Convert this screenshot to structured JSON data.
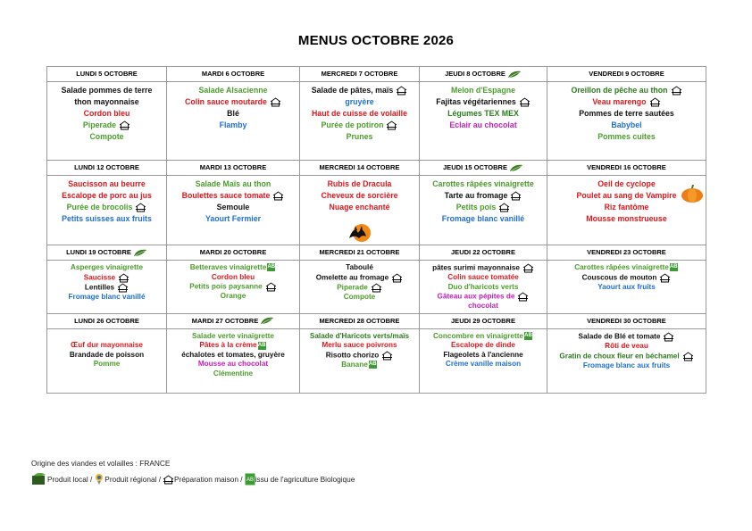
{
  "title": "MENUS OCTOBRE 2026",
  "weeks": [
    {
      "days": [
        {
          "label": "LUNDI 5 OCTOBRE",
          "items": [
            {
              "t": "Salade pommes de terre",
              "c": "black"
            },
            {
              "t": "thon mayonnaise",
              "c": "black"
            },
            {
              "t": "Cordon bleu",
              "c": "red"
            },
            {
              "t": "Piperade",
              "c": "green",
              "icon": "house"
            },
            {
              "t": "Compote",
              "c": "green"
            }
          ]
        },
        {
          "label": "MARDI 6 OCTOBRE",
          "items": [
            {
              "t": "Salade Alsacienne",
              "c": "green"
            },
            {
              "t": "Colin sauce moutarde",
              "c": "red",
              "icon": "house"
            },
            {
              "t": "Blé",
              "c": "black"
            },
            {
              "t": "Flamby",
              "c": "blue"
            }
          ]
        },
        {
          "label": "MERCREDI 7 OCTOBRE",
          "items": [
            {
              "t": "Salade de pâtes, maïs",
              "c": "black",
              "icon": "house"
            },
            {
              "t": "gruyère",
              "c": "blue"
            },
            {
              "t": "Haut de cuisse de volaille",
              "c": "red"
            },
            {
              "t": "Purée de potiron",
              "c": "green",
              "icon": "house"
            },
            {
              "t": "Prunes",
              "c": "green"
            }
          ]
        },
        {
          "label": "JEUDI 8 OCTOBRE",
          "leaf": true,
          "items": [
            {
              "t": "Melon d'Espagne",
              "c": "green"
            },
            {
              "t": "Fajitas végétariennes",
              "c": "black",
              "icon": "house"
            },
            {
              "t": "Légumes TEX MEX",
              "c": "dgreen"
            },
            {
              "t": "Eclair au chocolat",
              "c": "purple"
            }
          ]
        },
        {
          "label": "VENDREDI 9 OCTOBRE",
          "items": [
            {
              "t": "Oreillon de pêche au thon",
              "c": "dgreen",
              "icon": "house"
            },
            {
              "t": "Veau marengo",
              "c": "red",
              "icon": "house"
            },
            {
              "t": "Pommes de terre sautées",
              "c": "black"
            },
            {
              "t": "Babybel",
              "c": "blue"
            },
            {
              "t": "Pommes cuites",
              "c": "green"
            }
          ]
        }
      ]
    },
    {
      "days": [
        {
          "label": "LUNDI 12 OCTOBRE",
          "items": [
            {
              "t": "Saucisson au beurre",
              "c": "red"
            },
            {
              "t": "Escalope de porc au jus",
              "c": "red"
            },
            {
              "t": "Purée de brocolis",
              "c": "green",
              "icon": "house"
            },
            {
              "t": "Petits suisses aux fruits",
              "c": "blue"
            }
          ]
        },
        {
          "label": "MARDI 13 OCTOBRE",
          "items": [
            {
              "t": "Salade Maïs au thon",
              "c": "green"
            },
            {
              "t": "Boulettes sauce tomate",
              "c": "red",
              "icon": "house"
            },
            {
              "t": "Semoule",
              "c": "black"
            },
            {
              "t": "Yaourt Fermier",
              "c": "blue"
            }
          ]
        },
        {
          "label": "MERCREDI 14 OCTOBRE",
          "bat": true,
          "items": [
            {
              "t": "Rubis de Dracula",
              "c": "red"
            },
            {
              "t": "Cheveux de sorcière",
              "c": "red"
            },
            {
              "t": "Nuage enchanté",
              "c": "red"
            }
          ]
        },
        {
          "label": "JEUDI 15 OCTOBRE",
          "leaf": true,
          "items": [
            {
              "t": "Carottes râpées vinaigrette",
              "c": "green"
            },
            {
              "t": "Tarte au fromage",
              "c": "black",
              "icon": "house"
            },
            {
              "t": "Petits pois",
              "c": "green",
              "icon": "house"
            },
            {
              "t": "Fromage blanc vanillé",
              "c": "blue"
            }
          ]
        },
        {
          "label": "VENDREDI 16 OCTOBRE",
          "pumpkin": true,
          "items": [
            {
              "t": "Oeil de cyclope",
              "c": "red"
            },
            {
              "t": "Poulet au sang de Vampire",
              "c": "red"
            },
            {
              "t": "Riz fantôme",
              "c": "red"
            },
            {
              "t": "Mousse monstrueuse",
              "c": "red"
            }
          ]
        }
      ]
    },
    {
      "small": true,
      "days": [
        {
          "label": "LUNDI 19 OCTOBRE",
          "leaf": true,
          "items": [
            {
              "t": "Asperges vinaigrette",
              "c": "green"
            },
            {
              "t": "Saucisse",
              "c": "red",
              "icon": "house"
            },
            {
              "t": "Lentilles",
              "c": "black",
              "icon": "house"
            },
            {
              "t": "Fromage blanc vanillé",
              "c": "blue"
            }
          ]
        },
        {
          "label": "MARDI 20 OCTOBRE",
          "items": [
            {
              "t": "Betteraves vinaigrette",
              "c": "green",
              "bio": true
            },
            {
              "t": "Cordon bleu",
              "c": "red"
            },
            {
              "t": "Petits pois paysanne",
              "c": "green",
              "icon": "house"
            },
            {
              "t": "Orange",
              "c": "green"
            }
          ]
        },
        {
          "label": "MERCREDI 21 OCTOBRE",
          "items": [
            {
              "t": "Taboulé",
              "c": "black"
            },
            {
              "t": "Omelette au fromage",
              "c": "black",
              "icon": "house"
            },
            {
              "t": "Piperade",
              "c": "green",
              "icon": "house"
            },
            {
              "t": "Compote",
              "c": "green"
            }
          ]
        },
        {
          "label": "JEUDI 22 OCTOBRE",
          "items": [
            {
              "t": "pâtes surimi mayonnaise",
              "c": "black",
              "icon": "house"
            },
            {
              "t": "Colin sauce tomatée",
              "c": "red"
            },
            {
              "t": "Duo d'haricots verts",
              "c": "green"
            },
            {
              "t": "Gâteau aux pépites de",
              "c": "purple",
              "icon": "house"
            },
            {
              "t": "chocolat",
              "c": "purple"
            }
          ]
        },
        {
          "label": "VENDREDI 23 OCTOBRE",
          "items": [
            {
              "t": "Carottes râpées vinaigrette",
              "c": "green",
              "bio": true
            },
            {
              "t": "Couscous de mouton",
              "c": "black",
              "icon": "house"
            },
            {
              "t": "Yaourt aux fruits",
              "c": "blue"
            }
          ]
        }
      ]
    },
    {
      "small": true,
      "days": [
        {
          "label": "LUNDI 26 OCTOBRE",
          "items": [
            {
              "t": "",
              "c": "black"
            },
            {
              "t": "Œuf dur mayonnaise",
              "c": "red"
            },
            {
              "t": "Brandade de poisson",
              "c": "black"
            },
            {
              "t": "Pomme",
              "c": "green"
            }
          ]
        },
        {
          "label": "MARDI 27 OCTOBRE",
          "leaf": true,
          "items": [
            {
              "t": "Salade verte vinaigrette",
              "c": "green"
            },
            {
              "t": "Pâtes à la crème",
              "c": "red",
              "bio": true
            },
            {
              "t": "échalotes et tomates, gruyère",
              "c": "black"
            },
            {
              "t": "Mousse au chocolat",
              "c": "purple"
            },
            {
              "t": "Clémentine",
              "c": "green"
            }
          ]
        },
        {
          "label": "MERCREDI 28 OCTOBRE",
          "items": [
            {
              "t": "Salade d'Haricots verts/maïs",
              "c": "dgreen"
            },
            {
              "t": "Merlu sauce poivrons",
              "c": "red"
            },
            {
              "t": "Risotto chorizo",
              "c": "black",
              "icon": "house"
            },
            {
              "t": "Banane",
              "c": "green",
              "bio": true
            }
          ]
        },
        {
          "label": "JEUDI 29 OCTOBRE",
          "items": [
            {
              "t": "Concombre en vinaigrette",
              "c": "green",
              "bio": true
            },
            {
              "t": "Escalope de dinde",
              "c": "red"
            },
            {
              "t": "Flageolets à l'ancienne",
              "c": "black"
            },
            {
              "t": "Crème vanille maison",
              "c": "blue"
            }
          ]
        },
        {
          "label": "VENDREDI 30 OCTOBRE",
          "items": [
            {
              "t": "Salade de Blé et tomate",
              "c": "black",
              "icon": "house"
            },
            {
              "t": "Rôti de veau",
              "c": "red"
            },
            {
              "t": "Gratin de choux fleur en béchamel",
              "c": "dgreen",
              "icon": "house"
            },
            {
              "t": "Fromage blanc aux fruits",
              "c": "blue"
            }
          ]
        }
      ]
    }
  ],
  "legend": {
    "origin": "Origine des viandes et volailles : FRANCE",
    "local": "Produit local /",
    "regional": "Produit régional /",
    "maison": "Préparation maison /",
    "bio": "issu de l'agriculture Biologique"
  }
}
